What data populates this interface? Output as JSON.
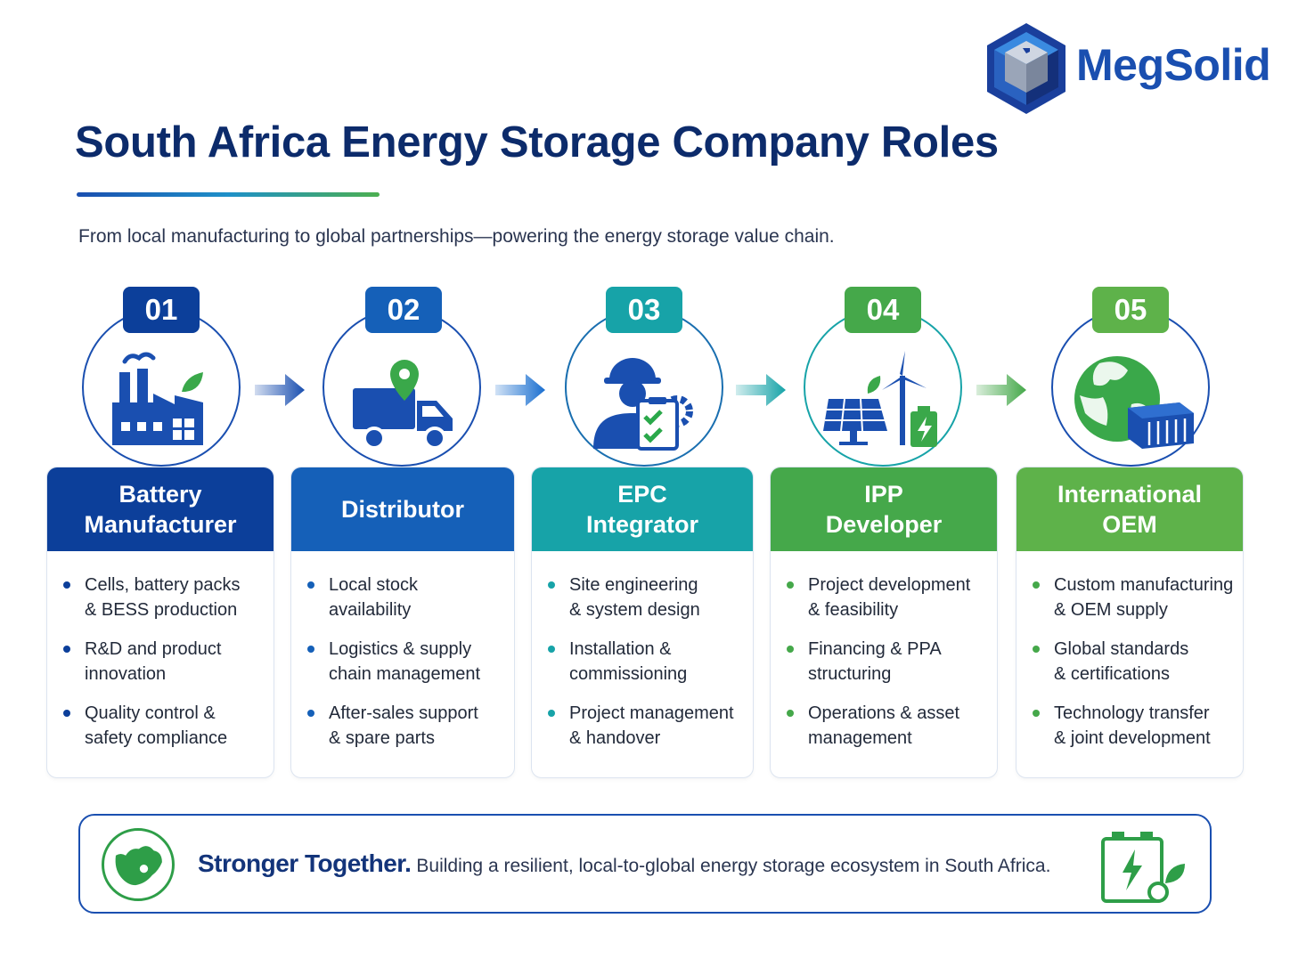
{
  "brand": {
    "name": "MegSolid"
  },
  "header": {
    "title": "South Africa Energy Storage Company Roles",
    "subtitle": "From local manufacturing to global partnerships—powering the energy storage value chain."
  },
  "colors": {
    "navy": "#0c3f9a",
    "blue": "#1560b8",
    "teal": "#17a3a8",
    "green": "#45a84a",
    "lightgreen": "#5eb24a"
  },
  "roles": [
    {
      "number": "01",
      "name": "Battery\nManufacturer",
      "icon": "factory-icon",
      "color": "#0c3f9a",
      "bullets": [
        "Cells, battery packs\n& BESS production",
        "R&D and product\ninnovation",
        "Quality control &\nsafety compliance"
      ]
    },
    {
      "number": "02",
      "name": "Distributor",
      "icon": "delivery-truck-icon",
      "color": "#1560b8",
      "bullets": [
        "Local stock\navailability",
        "Logistics & supply\nchain management",
        "After-sales support\n& spare parts"
      ]
    },
    {
      "number": "03",
      "name": "EPC\nIntegrator",
      "icon": "engineer-icon",
      "color": "#17a3a8",
      "bullets": [
        "Site engineering\n& system design",
        "Installation &\ncommissioning",
        "Project management\n& handover"
      ]
    },
    {
      "number": "04",
      "name": "IPP\nDeveloper",
      "icon": "renewable-plant-icon",
      "color": "#45a84a",
      "bullets": [
        "Project development\n& feasibility",
        "Financing & PPA\nstructuring",
        "Operations & asset\nmanagement"
      ]
    },
    {
      "number": "05",
      "name": "International\nOEM",
      "icon": "globe-container-icon",
      "color": "#5eb24a",
      "bullets": [
        "Custom manufacturing\n& OEM supply",
        "Global standards\n& certifications",
        "Technology transfer\n& joint development"
      ]
    }
  ],
  "banner": {
    "strong": "Stronger Together.",
    "text": "Building a resilient, local-to-global energy storage ecosystem in South Africa."
  }
}
